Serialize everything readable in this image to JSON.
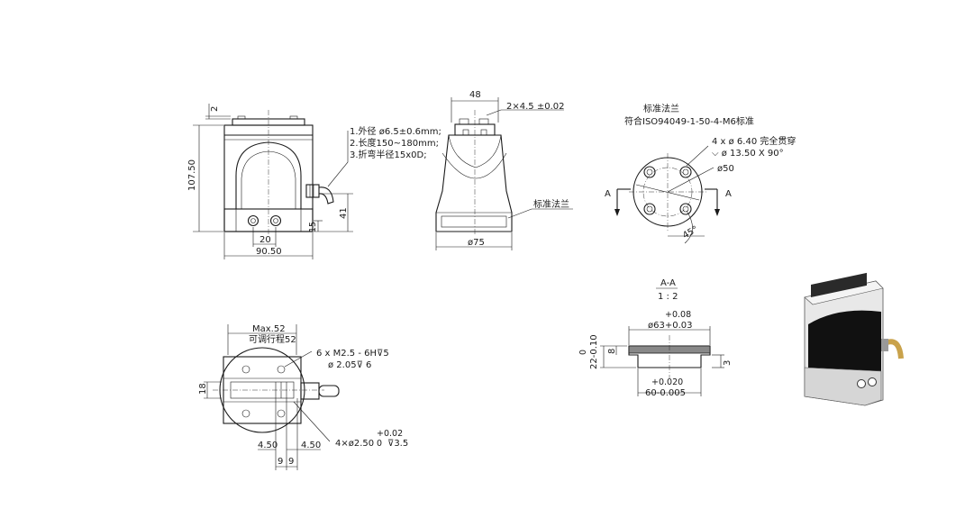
{
  "front_view": {
    "dim_top": "2",
    "dim_height": "107.50",
    "dim_41": "41",
    "dim_15": "15",
    "dim_20": "20",
    "dim_width": "90.50"
  },
  "notes": {
    "line1": "1.外径 ø6.5±0.6mm;",
    "line2": "2.长度150~180mm;",
    "line3": "3.折弯半径15x0D;"
  },
  "side_view": {
    "dim_48": "48",
    "dim_slot": "2×4.5 ±0.02",
    "dim_dia": "ø75",
    "label_flange": "标准法兰"
  },
  "flange_view": {
    "title1": "标准法兰",
    "title2": "符合ISO94049-1-50-4-M6标准",
    "holes": "4 x ø 6.40 完全贯穿",
    "counterbore": "⌵ ø 13.50 X 90°",
    "dim_pcd": "ø50",
    "dim_angle": "45°",
    "section_a": "A"
  },
  "top_view": {
    "dim_max": "Max.52",
    "dim_stroke": "可调行程52",
    "tap": "6 x  M2.5 - 6H⊽5",
    "drill": "ø 2.05⊽ 6",
    "dim_18": "18",
    "dim_450": "4.50",
    "dim_9": "9",
    "pin": "4×ø2.50",
    "pin_tol_up": "+0.02",
    "pin_tol_low": "0",
    "pin_depth": "⊽3.5"
  },
  "section_view": {
    "title": "A-A",
    "scale": "1 : 2",
    "d63_up": "+0.08",
    "d63": "ø63+0.03",
    "d60_up": "+0.020",
    "d60": "60-0.005",
    "dim_22_a": "0",
    "dim_22_b": "22-0.10",
    "dim_8": "8",
    "dim_3": "3"
  }
}
